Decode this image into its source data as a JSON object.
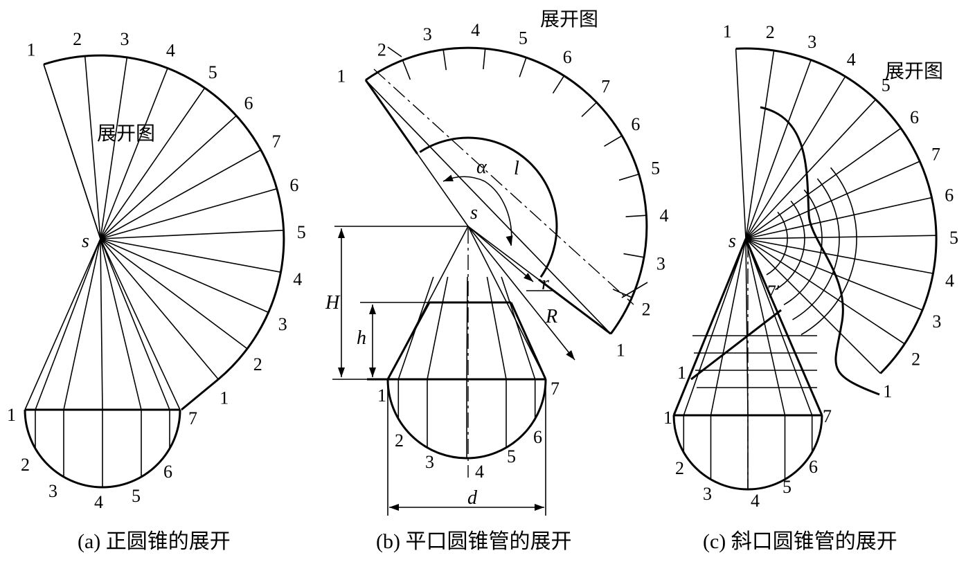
{
  "panels": {
    "a": {
      "title": "展开图",
      "caption": "(a) 正圆锥的展开",
      "apex_label": "s",
      "arc_labels": [
        "1",
        "2",
        "3",
        "4",
        "5",
        "6",
        "7",
        "6",
        "5",
        "4",
        "3",
        "2",
        "1"
      ],
      "base_labels": [
        "1",
        "2",
        "3",
        "4",
        "5",
        "6",
        "7"
      ]
    },
    "b": {
      "title": "展开图",
      "caption": "(b) 平口圆锥管的展开",
      "apex_label": "s",
      "arc_labels": [
        "1",
        "2",
        "3",
        "4",
        "5",
        "6",
        "7",
        "6",
        "5",
        "4",
        "3",
        "2",
        "1"
      ],
      "base_labels": [
        "1",
        "2",
        "3",
        "4",
        "5",
        "6",
        "7"
      ],
      "dims": {
        "H": "H",
        "h": "h",
        "d": "d",
        "R": "R",
        "r": "r",
        "l": "l",
        "alpha": "α"
      }
    },
    "c": {
      "title": "展开图",
      "caption": "(c) 斜口圆锥管的展开",
      "apex_label": "s",
      "arc_labels": [
        "1",
        "2",
        "3",
        "4",
        "5",
        "6",
        "7",
        "6",
        "5",
        "4",
        "3",
        "2",
        "1"
      ],
      "base_labels": [
        "1",
        "2",
        "3",
        "4",
        "5",
        "6",
        "7"
      ],
      "cut_labels": [
        "1",
        "7′"
      ]
    }
  }
}
